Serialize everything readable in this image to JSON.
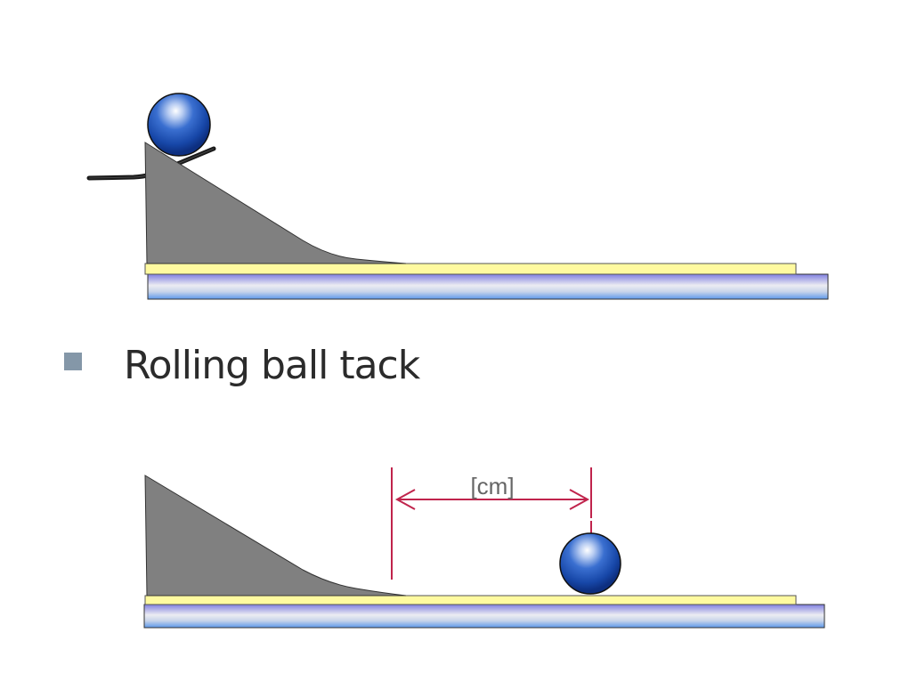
{
  "slide": {
    "bullet": {
      "icon": "square-bullet-icon",
      "text": "Rolling ball tack"
    },
    "top_diagram": {
      "description": "ball at top of inclined ramp before release",
      "components": [
        "steel-ball",
        "ramp",
        "release-wire",
        "adhesive-tape-strip",
        "base-plate"
      ]
    },
    "bottom_diagram": {
      "description": "ball stopped on adhesive strip, distance measured from ramp end",
      "components": [
        "ramp",
        "steel-ball",
        "adhesive-tape-strip",
        "base-plate",
        "distance-dimension"
      ],
      "dimension_label": "[cm]"
    },
    "colors": {
      "ball": "#1a4fb5",
      "ramp": "#808080",
      "adhesive_strip": "#fffaa0",
      "base_plate_top": "#8080e0",
      "base_plate_mid": "#e8e8f0",
      "base_plate_bottom": "#5f9be8",
      "dimension": "#c0244c",
      "bullet": "#8497a8",
      "text": "#2b2b2b"
    }
  }
}
